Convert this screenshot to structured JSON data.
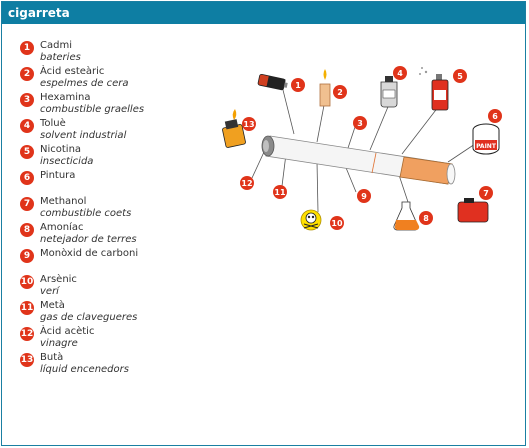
{
  "window": {
    "title": "cigarreta"
  },
  "colors": {
    "header": "#0e7ea3",
    "badge": "#e0341a",
    "filter": "#f0a060"
  },
  "legend": [
    {
      "num": "1",
      "name": "Cadmi",
      "use": "bateries"
    },
    {
      "num": "2",
      "name": "Àcid esteàric",
      "use": "espelmes de cera"
    },
    {
      "num": "3",
      "name": "Hexamina",
      "use": "combustible graelles"
    },
    {
      "num": "4",
      "name": "Toluè",
      "use": "solvent industrial"
    },
    {
      "num": "5",
      "name": "Nicotina",
      "use": "insecticida"
    },
    {
      "num": "6",
      "name": "Pintura",
      "use": ""
    },
    {
      "num": "7",
      "name": "Methanol",
      "use": "combustible coets"
    },
    {
      "num": "8",
      "name": "Amoníac",
      "use": "netejador de terres"
    },
    {
      "num": "9",
      "name": "Monòxid de carboni",
      "use": ""
    },
    {
      "num": "10",
      "name": "Arsènic",
      "use": "verí"
    },
    {
      "num": "11",
      "name": "Metà",
      "use": "gas de clavegueres"
    },
    {
      "num": "12",
      "name": "Àcid acètic",
      "use": "vinagre"
    },
    {
      "num": "13",
      "name": "Butà",
      "use": "líquid encenedors"
    }
  ],
  "diagram": {
    "icons": [
      "battery-icon",
      "candle-icon",
      "bottle-icon",
      "spray-can-icon",
      "paint-can-icon",
      "fuel-can-icon",
      "flask-icon",
      "skull-icon",
      "lighter-icon"
    ],
    "paint_label": "PAINT"
  }
}
